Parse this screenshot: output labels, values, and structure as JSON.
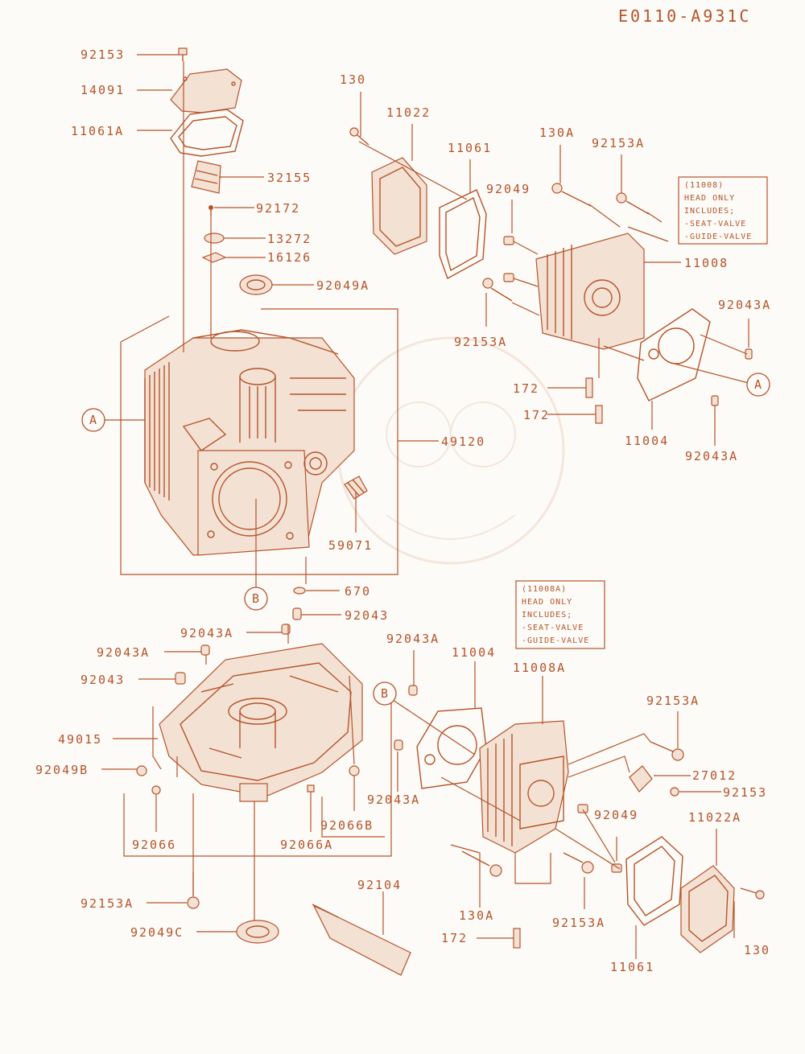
{
  "diagram": {
    "code": "E0110-A931C",
    "notes": [
      {
        "id": "note-11008",
        "lines": [
          "(11008)",
          "HEAD ONLY",
          "INCLUDES;",
          "-SEAT-VALVE",
          "-GUIDE-VALVE"
        ]
      },
      {
        "id": "note-11008a",
        "lines": [
          "(11008A)",
          "HEAD ONLY",
          "INCLUDES;",
          "-SEAT-VALVE",
          "-GUIDE-VALVE"
        ]
      }
    ],
    "refs": {
      "a": "A",
      "b": "B"
    },
    "parts": [
      "92153",
      "14091",
      "11061A",
      "32155",
      "92172",
      "13272",
      "16126",
      "92049A",
      "49120",
      "59071",
      "670",
      "92043",
      "130",
      "11022",
      "11061",
      "130A",
      "92153A",
      "92049",
      "11008",
      "92043A",
      "92153A",
      "172",
      "172",
      "11004",
      "92043A",
      "92043A",
      "92043A",
      "92043",
      "49015",
      "92049B",
      "92066",
      "92066A",
      "92066B",
      "92153A",
      "92049C",
      "92104",
      "92043A",
      "11004",
      "11008A",
      "92153A",
      "27012",
      "92153",
      "92043A",
      "92049",
      "11022A",
      "130A",
      "92153A",
      "172",
      "11061",
      "130"
    ]
  }
}
